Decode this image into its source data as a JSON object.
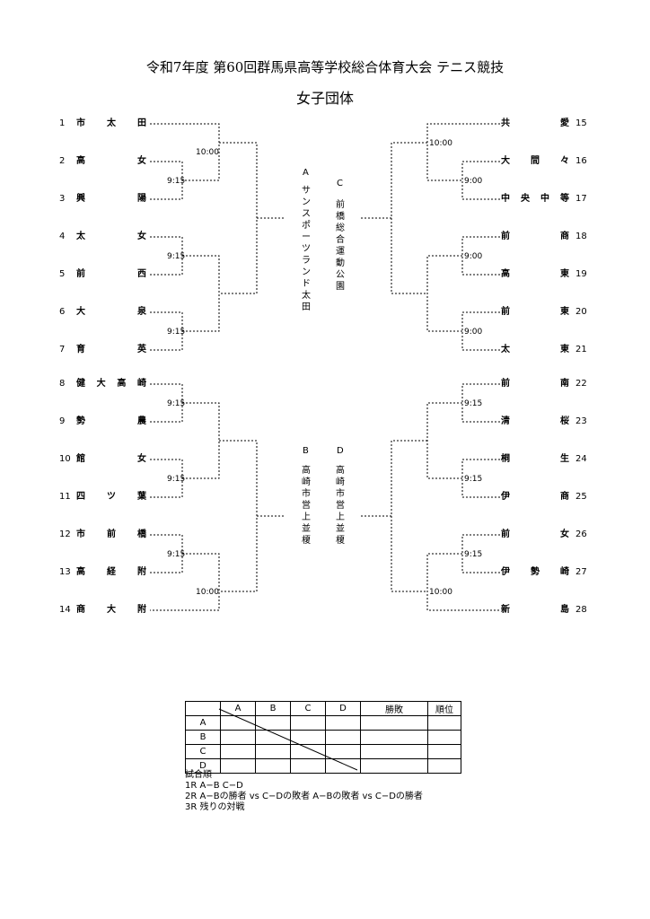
{
  "title": "令和7年度 第60回群馬県高等学校総合体育大会 テニス競技",
  "subtitle": "女子団体",
  "left_teams": [
    {
      "num": "1",
      "chars": [
        "市",
        "太",
        "田"
      ]
    },
    {
      "num": "2",
      "chars": [
        "高",
        "女"
      ]
    },
    {
      "num": "3",
      "chars": [
        "興",
        "陽"
      ]
    },
    {
      "num": "4",
      "chars": [
        "太",
        "女"
      ]
    },
    {
      "num": "5",
      "chars": [
        "前",
        "西"
      ]
    },
    {
      "num": "6",
      "chars": [
        "大",
        "泉"
      ]
    },
    {
      "num": "7",
      "chars": [
        "育",
        "英"
      ]
    },
    {
      "num": "8",
      "chars": [
        "健",
        "大",
        "高",
        "崎"
      ]
    },
    {
      "num": "9",
      "chars": [
        "勢",
        "農"
      ]
    },
    {
      "num": "10",
      "chars": [
        "館",
        "女"
      ]
    },
    {
      "num": "11",
      "chars": [
        "四",
        "ツ",
        "葉"
      ]
    },
    {
      "num": "12",
      "chars": [
        "市",
        "前",
        "橋"
      ]
    },
    {
      "num": "13",
      "chars": [
        "高",
        "経",
        "附"
      ]
    },
    {
      "num": "14",
      "chars": [
        "商",
        "大",
        "附"
      ]
    }
  ],
  "right_teams": [
    {
      "num": "15",
      "chars": [
        "共",
        "愛"
      ]
    },
    {
      "num": "16",
      "chars": [
        "大",
        "間",
        "々"
      ]
    },
    {
      "num": "17",
      "chars": [
        "中",
        "央",
        "中",
        "等"
      ]
    },
    {
      "num": "18",
      "chars": [
        "前",
        "商"
      ]
    },
    {
      "num": "19",
      "chars": [
        "高",
        "東"
      ]
    },
    {
      "num": "20",
      "chars": [
        "前",
        "東"
      ]
    },
    {
      "num": "21",
      "chars": [
        "太",
        "東"
      ]
    },
    {
      "num": "22",
      "chars": [
        "前",
        "南"
      ]
    },
    {
      "num": "23",
      "chars": [
        "清",
        "桜"
      ]
    },
    {
      "num": "24",
      "chars": [
        "桐",
        "生"
      ]
    },
    {
      "num": "25",
      "chars": [
        "伊",
        "商"
      ]
    },
    {
      "num": "26",
      "chars": [
        "前",
        "女"
      ]
    },
    {
      "num": "27",
      "chars": [
        "伊",
        "勢",
        "崎"
      ]
    },
    {
      "num": "28",
      "chars": [
        "新",
        "島"
      ]
    }
  ],
  "times": {
    "l1": "10:00",
    "l2": "9:15",
    "l3": "9:15",
    "l4": "9:15",
    "l5": "9:15",
    "l6": "9:15",
    "l7": "9:15",
    "l8": "10:00",
    "r1": "10:00",
    "r2": "9:00",
    "r3": "9:00",
    "r4": "9:00",
    "r5": "9:15",
    "r6": "9:15",
    "r7": "9:15",
    "r8": "10:00"
  },
  "venues": {
    "a_label": "A",
    "a_name": "サンスポーツランド太田",
    "c_label": "C",
    "c_name": "前橋総合運動公園",
    "b_label": "B",
    "b_name": "高崎市営上並榎",
    "d_label": "D",
    "d_name": "高崎市営上並榎"
  },
  "results_table": {
    "headers": [
      "",
      "A",
      "B",
      "C",
      "D",
      "勝敗",
      "順位"
    ],
    "rows": [
      "A",
      "B",
      "C",
      "D"
    ]
  },
  "notes": {
    "heading": "試合順",
    "r1": "1R  A−B C−D",
    "r2": "2R  A−Bの勝者 vs C−Dの敗者  A−Bの敗者 vs C−Dの勝者",
    "r3": "3R  残りの対戦"
  }
}
